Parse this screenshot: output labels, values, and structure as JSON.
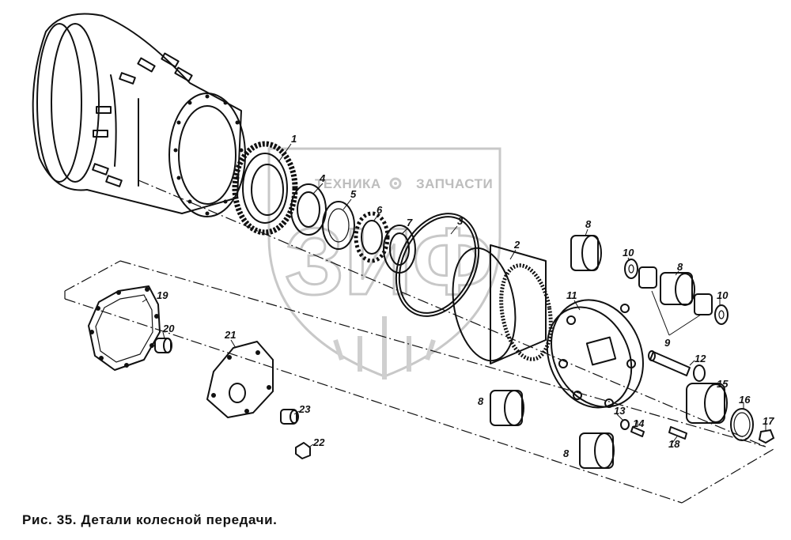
{
  "caption": "Рис. 35. Детали колесной передачи.",
  "watermark": {
    "text_left": "ТЕХНИКА",
    "text_right": "ЗАПЧАСТИ",
    "logo_letters": "ЗИФ",
    "gear_icon": "gear-icon",
    "color": "#c8c8c8"
  },
  "callouts": [
    {
      "id": "c1",
      "label": "1"
    },
    {
      "id": "c4",
      "label": "4"
    },
    {
      "id": "c5",
      "label": "5"
    },
    {
      "id": "c6",
      "label": "6"
    },
    {
      "id": "c7",
      "label": "7"
    },
    {
      "id": "c3",
      "label": "3"
    },
    {
      "id": "c2",
      "label": "2"
    },
    {
      "id": "c8a",
      "label": "8"
    },
    {
      "id": "c10a",
      "label": "10"
    },
    {
      "id": "c8b",
      "label": "8"
    },
    {
      "id": "c11",
      "label": "11"
    },
    {
      "id": "c10b",
      "label": "10"
    },
    {
      "id": "c9",
      "label": "9"
    },
    {
      "id": "c12",
      "label": "12"
    },
    {
      "id": "c15",
      "label": "15"
    },
    {
      "id": "c16",
      "label": "16"
    },
    {
      "id": "c17",
      "label": "17"
    },
    {
      "id": "c19",
      "label": "19"
    },
    {
      "id": "c20",
      "label": "20"
    },
    {
      "id": "c21",
      "label": "21"
    },
    {
      "id": "c23",
      "label": "23"
    },
    {
      "id": "c22",
      "label": "22"
    },
    {
      "id": "c8c",
      "label": "8"
    },
    {
      "id": "c13",
      "label": "13"
    },
    {
      "id": "c14",
      "label": "14"
    },
    {
      "id": "c18",
      "label": "18"
    },
    {
      "id": "c8d",
      "label": "8"
    }
  ]
}
